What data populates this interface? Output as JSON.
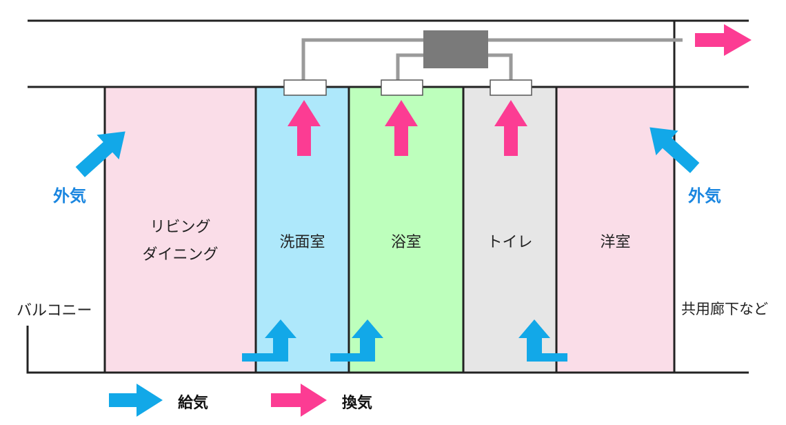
{
  "rooms": [
    {
      "id": "living",
      "label_line1": "リビング",
      "label_line2": "ダイニング",
      "color": "#fadde8"
    },
    {
      "id": "washroom",
      "label": "洗面室",
      "color": "#aee8fb"
    },
    {
      "id": "bath",
      "label": "浴室",
      "color": "#bdffbc"
    },
    {
      "id": "toilet",
      "label": "トイレ",
      "color": "#e6e6e6"
    },
    {
      "id": "western",
      "label": "洋室",
      "color": "#fadde8"
    }
  ],
  "outside": {
    "left": "外気",
    "right": "外気"
  },
  "balcony_label": "バルコニー",
  "corridor_label": "共用廊下など",
  "legend": {
    "supply": "給気",
    "exhaust": "換気"
  },
  "colors": {
    "supply": "#12a8e8",
    "exhaust": "#fc3c93",
    "fan_unit": "#7a7a7a",
    "duct": "#9a9a9a",
    "outside_text": "#1a86e0"
  }
}
